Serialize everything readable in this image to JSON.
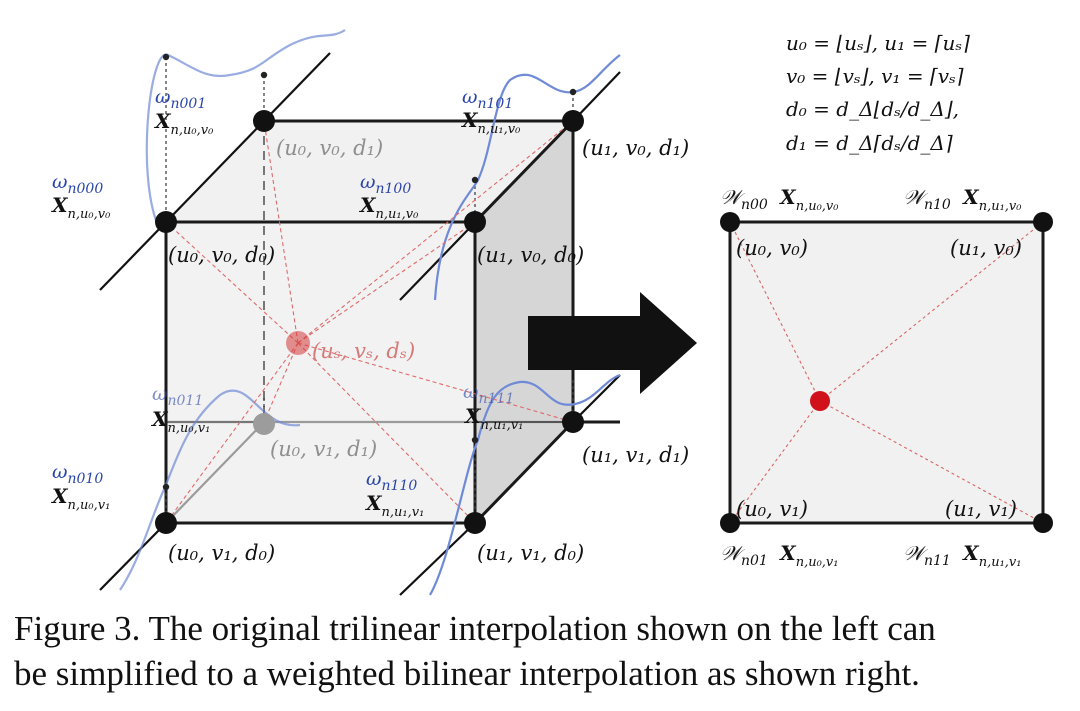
{
  "figure": {
    "left": {
      "weights": {
        "w000": {
          "sym": "ω",
          "sub": "n000"
        },
        "w001": {
          "sym": "ω",
          "sub": "n001"
        },
        "w100": {
          "sym": "ω",
          "sub": "n100"
        },
        "w101": {
          "sym": "ω",
          "sub": "n101"
        },
        "w010": {
          "sym": "ω",
          "sub": "n010"
        },
        "w011": {
          "sym": "ω",
          "sub": "n011"
        },
        "w110": {
          "sym": "ω",
          "sub": "n110"
        },
        "w111": {
          "sym": "ω",
          "sub": "n111"
        }
      },
      "features": {
        "sym": "X",
        "f00": "n,u₀,v₀",
        "f10": "n,u₁,v₀",
        "f01": "n,u₀,v₁",
        "f11": "n,u₁,v₁"
      },
      "corners": {
        "c000": "(u₀, v₀, d₀)",
        "c100": "(u₁, v₀, d₀)",
        "c010": "(u₀, v₁, d₀)",
        "c110": "(u₁, v₁, d₀)",
        "c001": "(u₀, v₀, d₁)",
        "c101": "(u₁, v₀, d₁)",
        "c011": "(u₀, v₁, d₁)",
        "c111": "(u₁, v₁, d₁)"
      },
      "sample": "(uₛ, vₛ, dₛ)"
    },
    "equations": [
      "u₀ = ⌊uₛ⌋,  u₁ = ⌈uₛ⌉",
      "v₀ = ⌊vₛ⌋,   v₁ = ⌈vₛ⌉",
      "d₀ = d_Δ⌊dₛ/d_Δ⌋,",
      "d₁ = d_Δ⌈dₛ/d_Δ⌉"
    ],
    "right": {
      "weights": {
        "W00": {
          "sym": "𝒲",
          "sub": "n00"
        },
        "W10": {
          "sym": "𝒲",
          "sub": "n10"
        },
        "W01": {
          "sym": "𝒲",
          "sub": "n01"
        },
        "W11": {
          "sym": "𝒲",
          "sub": "n11"
        }
      },
      "corners": {
        "c00": "(u₀, v₀)",
        "c10": "(u₁, v₀)",
        "c01": "(u₀, v₁)",
        "c11": "(u₁, v₁)"
      }
    },
    "colors": {
      "blue": "#2a45a8",
      "curve": "#6f8ad6",
      "gray_text": "#8f8f8f",
      "sample_red": "#d63b3b",
      "dash_red": "#e06a6a",
      "face": "#f1f1f1",
      "side_face": "#d6d6d6"
    }
  },
  "caption": {
    "line1": "Figure 3. The original trilinear interpolation shown on the left can",
    "line2": "be simplified to a weighted bilinear interpolation as shown right."
  }
}
